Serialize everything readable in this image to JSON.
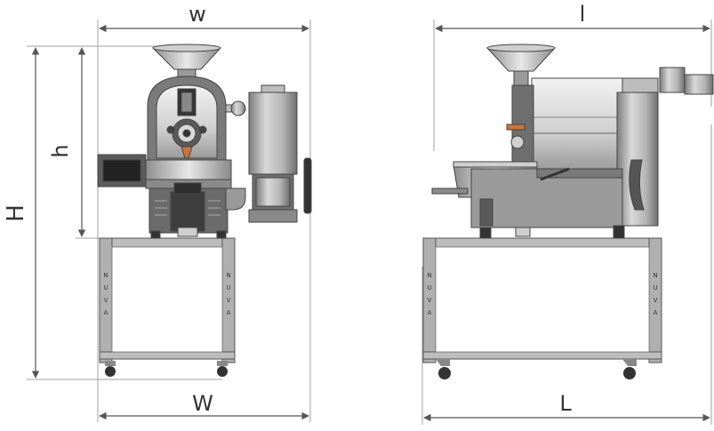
{
  "labels": {
    "front_top_width": "w",
    "front_bottom_width": "W",
    "front_height_total": "H",
    "front_height_machine": "h",
    "side_top_length": "l",
    "side_bottom_length": "L"
  },
  "stand_letters": [
    "N",
    "U",
    "V",
    "A"
  ],
  "colors": {
    "line": "#9a9a9a",
    "metal_dark": "#6e6e6e",
    "metal_mid": "#a8a8a8",
    "metal_light": "#d6d6d6",
    "metal_shine": "#efefef",
    "black": "#222222",
    "accent": "#c8763a"
  }
}
